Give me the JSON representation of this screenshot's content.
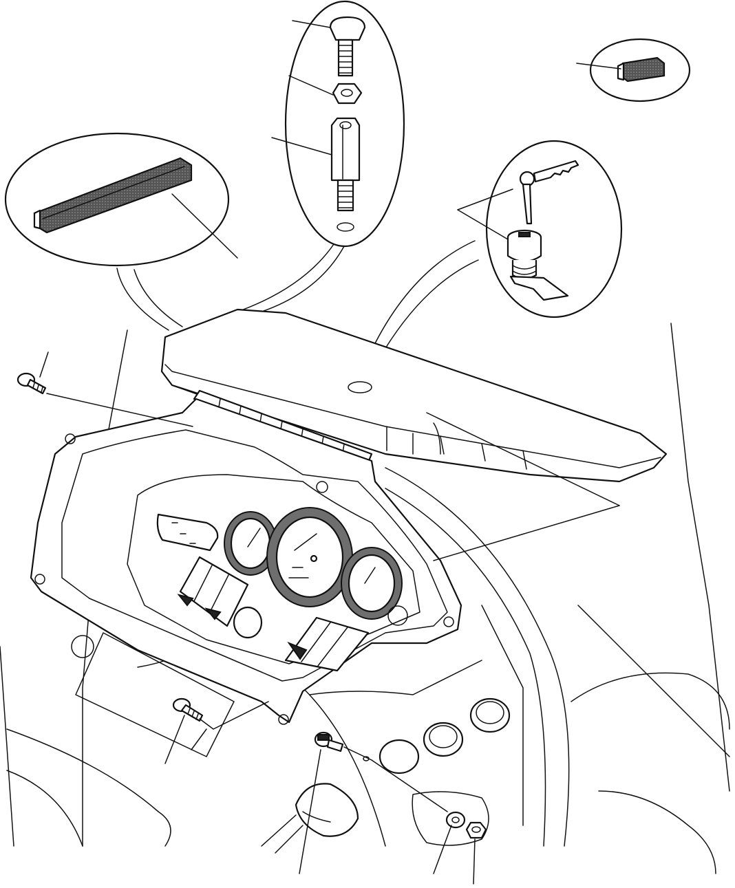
{
  "diagram": {
    "style": "exploded-view line drawing",
    "colors": {
      "line": "#111111",
      "background": "#ffffff",
      "shading": "#6e6e6e"
    },
    "parts": [
      "cap",
      "threaded-rod",
      "nut",
      "spacer-bushing",
      "washer",
      "edge-trim-strip",
      "edge-trim-clip",
      "key",
      "lock-cylinder",
      "lid",
      "hinge",
      "instrument-panel-bezel",
      "gauge-cluster",
      "screw",
      "washer",
      "nut"
    ],
    "callout_labels": []
  }
}
